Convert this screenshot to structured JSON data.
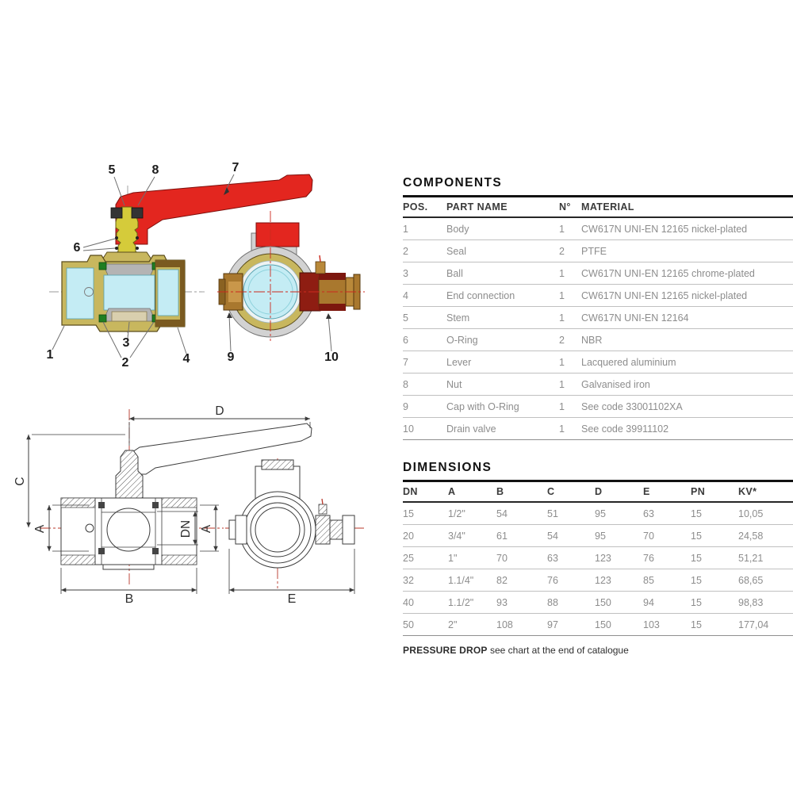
{
  "components": {
    "title": "COMPONENTS",
    "headers": [
      "POS.",
      "PART NAME",
      "N°",
      "MATERIAL"
    ],
    "rows": [
      [
        "1",
        "Body",
        "1",
        "CW617N UNI-EN 12165 nickel-plated"
      ],
      [
        "2",
        "Seal",
        "2",
        "PTFE"
      ],
      [
        "3",
        "Ball",
        "1",
        "CW617N UNI-EN 12165 chrome-plated"
      ],
      [
        "4",
        "End connection",
        "1",
        "CW617N UNI-EN 12165 nickel-plated"
      ],
      [
        "5",
        "Stem",
        "1",
        "CW617N UNI-EN 12164"
      ],
      [
        "6",
        "O-Ring",
        "2",
        "NBR"
      ],
      [
        "7",
        "Lever",
        "1",
        "Lacquered aluminium"
      ],
      [
        "8",
        "Nut",
        "1",
        "Galvanised iron"
      ],
      [
        "9",
        "Cap with O-Ring",
        "1",
        "See code 33001102XA"
      ],
      [
        "10",
        "Drain valve",
        "1",
        "See code 39911102"
      ]
    ]
  },
  "dimensions": {
    "title": "DIMENSIONS",
    "headers": [
      "DN",
      "A",
      "B",
      "C",
      "D",
      "E",
      "PN",
      "KV*"
    ],
    "rows": [
      [
        "15",
        "1/2\"",
        "54",
        "51",
        "95",
        "63",
        "15",
        "10,05"
      ],
      [
        "20",
        "3/4\"",
        "61",
        "54",
        "95",
        "70",
        "15",
        "24,58"
      ],
      [
        "25",
        "1\"",
        "70",
        "63",
        "123",
        "76",
        "15",
        "51,21"
      ],
      [
        "32",
        "1.1/4\"",
        "82",
        "76",
        "123",
        "85",
        "15",
        "68,65"
      ],
      [
        "40",
        "1.1/2\"",
        "93",
        "88",
        "150",
        "94",
        "15",
        "98,83"
      ],
      [
        "50",
        "2\"",
        "108",
        "97",
        "150",
        "103",
        "15",
        "177,04"
      ]
    ],
    "note_bold": "PRESSURE DROP",
    "note": "see chart at the end of catalogue"
  },
  "diagram": {
    "callouts": [
      "1",
      "2",
      "3",
      "4",
      "5",
      "6",
      "7",
      "8",
      "9",
      "10"
    ],
    "labels": {
      "a": "A",
      "b": "B",
      "c": "C",
      "d": "D",
      "e": "E",
      "dn": "DN"
    },
    "colors": {
      "lever_red": "#e3261f",
      "body_brass": "#c8b75e",
      "bore_cyan": "#c4ecf4",
      "stem_yellow": "#d5cb3a",
      "seal_green": "#1f7e22",
      "drain_maroon": "#8e1d12",
      "cap_bronze": "#a9782e",
      "metal_gray": "#d2d2d2",
      "centerline_red": "#cc2a1e"
    }
  }
}
